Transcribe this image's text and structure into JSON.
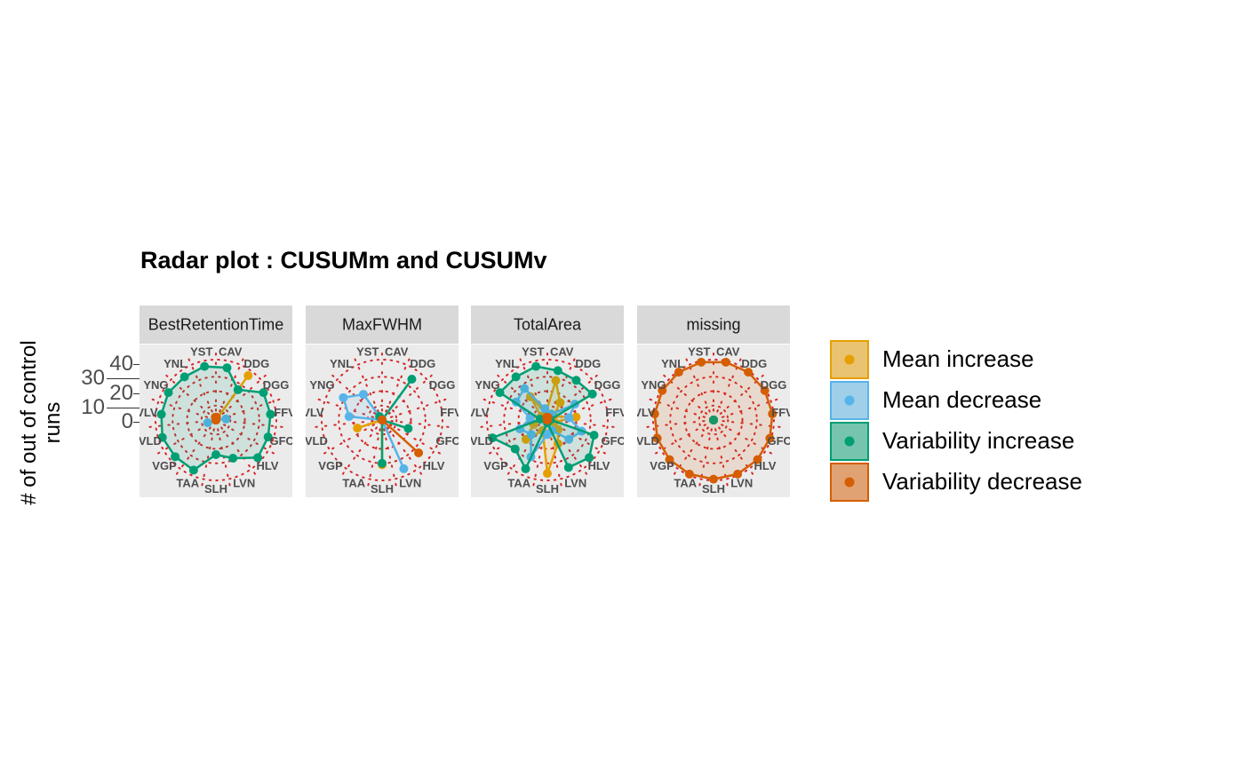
{
  "chart_data": {
    "type": "radar",
    "title": "Radar plot : CUSUMm and CUSUMv",
    "ylabel": [
      "# of out of control",
      "runs"
    ],
    "yticks": [
      40,
      30,
      20,
      10,
      0
    ],
    "rlim": [
      0,
      42
    ],
    "categories": [
      "CAV",
      "DDG",
      "DGG",
      "FFV",
      "GFC",
      "HLV",
      "LVN",
      "SLH",
      "TAA",
      "VGP",
      "VLD",
      "VLV",
      "YNG",
      "YNL",
      "YST"
    ],
    "category_label_text": [
      "CAV",
      "DDG",
      "DGG",
      "FFV",
      "GFC",
      "HLV",
      "LVN",
      "SLH",
      "TAA",
      "VGP",
      "VLD",
      "VLV",
      "YNG",
      "YNL",
      "YST"
    ],
    "legend": [
      {
        "name": "Mean increase",
        "color": "#E69F00"
      },
      {
        "name": "Mean decrease",
        "color": "#56B4E9"
      },
      {
        "name": "Variability increase",
        "color": "#009E73"
      },
      {
        "name": "Variability decrease",
        "color": "#D55E00"
      }
    ],
    "legend_position": "right",
    "panels": [
      {
        "name": "BestRetentionTime",
        "series": {
          "Mean increase": [
            0,
            38,
            0,
            0,
            0,
            0,
            0,
            0,
            0,
            0,
            0,
            0,
            0,
            0,
            0
          ],
          "Mean decrease": [
            0,
            0,
            0,
            7,
            0,
            0,
            0,
            0,
            0,
            0,
            6,
            0,
            0,
            0,
            0
          ],
          "Variability increase": [
            37,
            26,
            38,
            38,
            38,
            39,
            29,
            24,
            38,
            38,
            39,
            38,
            38,
            37,
            38
          ],
          "Variability decrease": [
            2,
            0,
            0,
            0,
            0,
            0,
            0,
            0,
            0,
            0,
            0,
            0,
            0,
            0,
            2
          ]
        }
      },
      {
        "name": "MaxFWHM",
        "series": {
          "Mean increase": [
            0,
            0,
            0,
            0,
            0,
            0,
            0,
            31,
            0,
            0,
            18,
            0,
            0,
            0,
            0
          ],
          "Mean decrease": [
            0,
            0,
            0,
            0,
            0,
            0,
            37,
            0,
            0,
            0,
            0,
            23,
            31,
            22,
            0
          ],
          "Variability increase": [
            0,
            35,
            0,
            0,
            19,
            0,
            0,
            30,
            0,
            0,
            0,
            0,
            0,
            3,
            0
          ],
          "Variability decrease": [
            0,
            0,
            0,
            0,
            0,
            34,
            0,
            0,
            0,
            0,
            0,
            0,
            0,
            0,
            0
          ]
        }
      },
      {
        "name": "TotalArea",
        "series": {
          "Mean increase": [
            28,
            15,
            5,
            20,
            5,
            10,
            18,
            37,
            8,
            20,
            10,
            12,
            5,
            20,
            5
          ],
          "Mean decrease": [
            0,
            5,
            22,
            15,
            25,
            20,
            8,
            10,
            28,
            15,
            20,
            12,
            25,
            27,
            8
          ],
          "Variability increase": [
            35,
            34,
            36,
            2,
            34,
            39,
            36,
            2,
            37,
            30,
            40,
            5,
            38,
            37,
            38
          ],
          "Variability decrease": [
            2,
            0,
            0,
            0,
            0,
            0,
            0,
            0,
            0,
            0,
            0,
            0,
            0,
            0,
            2
          ]
        }
      },
      {
        "name": "missing",
        "series": {
          "Variability increase": [
            0,
            0,
            0,
            0,
            0,
            0,
            0,
            0,
            0,
            0,
            0,
            0,
            0,
            0,
            0
          ],
          "Variability decrease": [
            41,
            41,
            41,
            41,
            41,
            41,
            41,
            41,
            41,
            41,
            41,
            41,
            41,
            41,
            41
          ]
        }
      }
    ]
  }
}
